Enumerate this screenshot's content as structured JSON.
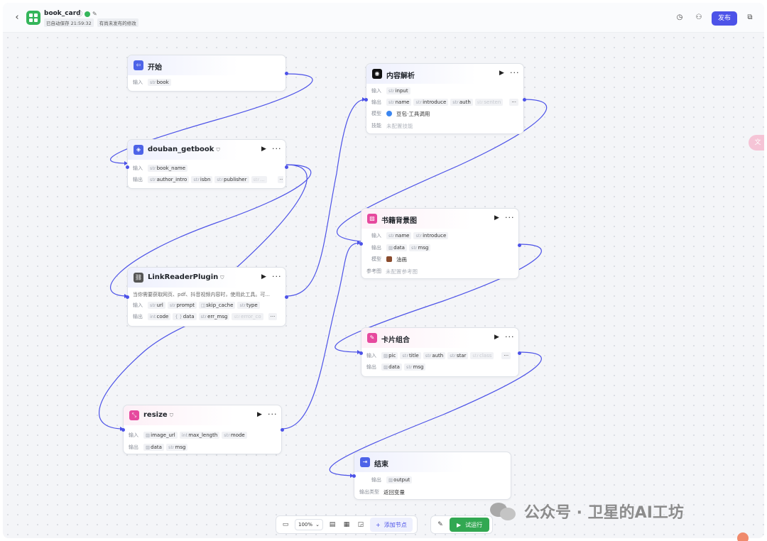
{
  "header": {
    "title": "book_card",
    "save_status": "已自动保存 21:59:32",
    "unpublished": "有尚未发布的修改",
    "publish_label": "发布"
  },
  "nodes": {
    "start": {
      "title": "开始",
      "input_label": "输入",
      "inputs": [
        {
          "type": "str",
          "name": "book"
        }
      ]
    },
    "douban": {
      "title": "douban_getbook",
      "input_label": "输入",
      "output_label": "输出",
      "inputs": [
        {
          "type": "str",
          "name": "book_name"
        }
      ],
      "outputs": [
        {
          "type": "str",
          "name": "author_intro"
        },
        {
          "type": "str",
          "name": "isbn"
        },
        {
          "type": "str",
          "name": "publisher"
        },
        {
          "type": "str",
          "name": "..."
        }
      ],
      "more": "···"
    },
    "linkreader": {
      "title": "LinkReaderPlugin",
      "desc": "当你需要获取网页、pdf、抖音视频内容时，使用此工具。可...",
      "input_label": "输入",
      "output_label": "输出",
      "inputs": [
        {
          "type": "str",
          "name": "url"
        },
        {
          "type": "str",
          "name": "prompt"
        },
        {
          "type": "◫",
          "name": "skip_cache"
        },
        {
          "type": "str",
          "name": "type"
        }
      ],
      "outputs": [
        {
          "type": "int",
          "name": "code"
        },
        {
          "type": "{ }",
          "name": "data"
        },
        {
          "type": "str",
          "name": "err_msg"
        },
        {
          "type": "str",
          "name": "error_co"
        }
      ],
      "more": "···"
    },
    "resize": {
      "title": "resize",
      "input_label": "输入",
      "output_label": "输出",
      "inputs": [
        {
          "type": "▨",
          "name": "image_url"
        },
        {
          "type": "int",
          "name": "max_length"
        },
        {
          "type": "str",
          "name": "mode"
        }
      ],
      "outputs": [
        {
          "type": "▨",
          "name": "data"
        },
        {
          "type": "str",
          "name": "msg"
        }
      ]
    },
    "parse": {
      "title": "内容解析",
      "input_label": "输入",
      "output_label": "输出",
      "model_label": "模型",
      "skill_label": "技能",
      "inputs": [
        {
          "type": "str",
          "name": "input"
        }
      ],
      "outputs": [
        {
          "type": "str",
          "name": "name"
        },
        {
          "type": "str",
          "name": "introduce"
        },
        {
          "type": "str",
          "name": "auth"
        },
        {
          "type": "str",
          "name": "senten"
        }
      ],
      "model": "豆包·工具调用",
      "skill": "未配置技能",
      "more": "···"
    },
    "bgimage": {
      "title": "书籍背景图",
      "input_label": "输入",
      "output_label": "输出",
      "model_label": "模型",
      "ref_label": "参考图",
      "inputs": [
        {
          "type": "str",
          "name": "name"
        },
        {
          "type": "str",
          "name": "introduce"
        }
      ],
      "outputs": [
        {
          "type": "▨",
          "name": "data"
        },
        {
          "type": "str",
          "name": "msg"
        }
      ],
      "model": "油画",
      "ref": "未配置参考图"
    },
    "card": {
      "title": "卡片组合",
      "input_label": "输入",
      "output_label": "输出",
      "inputs": [
        {
          "type": "▨",
          "name": "pic"
        },
        {
          "type": "str",
          "name": "title"
        },
        {
          "type": "str",
          "name": "auth"
        },
        {
          "type": "str",
          "name": "star"
        },
        {
          "type": "str",
          "name": "class"
        }
      ],
      "outputs": [
        {
          "type": "▨",
          "name": "data"
        },
        {
          "type": "str",
          "name": "msg"
        }
      ],
      "more": "···"
    },
    "end": {
      "title": "结束",
      "output_label": "输出",
      "output_type_label": "输出类型",
      "outputs": [
        {
          "type": "▨",
          "name": "output"
        }
      ],
      "output_type": "返回变量"
    }
  },
  "toolbar": {
    "zoom": "100%",
    "add_node_label": "添加节点",
    "run_label": "试运行"
  },
  "watermark": "公众号 · 卫星的AI工坊",
  "colors": {
    "accent": "#4d53e8",
    "run": "#32a852",
    "edge": "#4d53e8"
  }
}
